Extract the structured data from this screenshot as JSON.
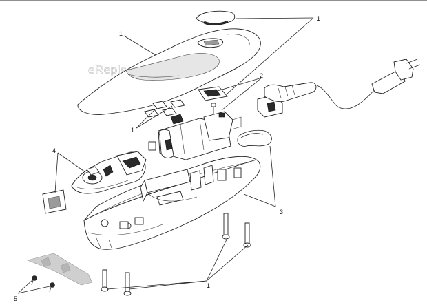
{
  "diagram": {
    "watermark": "eReplacementParts.com",
    "callouts": {
      "c1_top_right": "1",
      "c1_top_left": "1",
      "c2": "2",
      "c1_mid_left": "1",
      "c4": "4",
      "c3": "3",
      "c1_bottom": "1",
      "c5": "5"
    }
  }
}
